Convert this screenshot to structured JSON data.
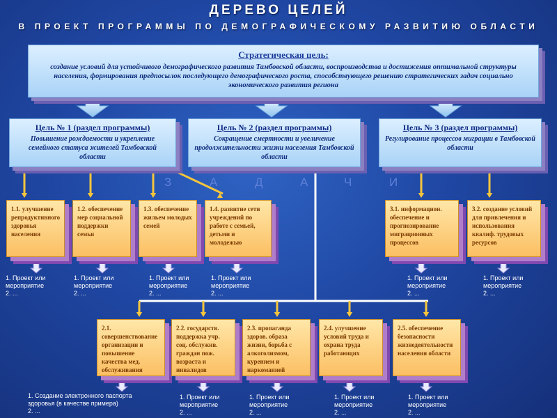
{
  "header": {
    "title": "ДЕРЕВО ЦЕЛЕЙ",
    "subtitle": "В ПРОЕКТ ПРОГРАММЫ ПО ДЕМОГРАФИЧЕСКОМУ РАЗВИТИЮ ОБЛАСТИ"
  },
  "strategic": {
    "heading": "Стратегическая цель:",
    "text": "создание условий для устойчивого демографического развития Тамбовской области, воспроизводства и достижения оптимальной структуры населения, формирования предпосылок последующего демографического роста, способствующего решению стратегических задач социально экономического развития региона"
  },
  "goals": [
    {
      "heading": "Цель № 1 (раздел программы)",
      "text": "Повышение рождаемости и укрепление семейного статуса жителей Тамбовской области"
    },
    {
      "heading": "Цель № 2 (раздел программы)",
      "text": "Сокращение смертности и увеличение продолжительности жизни населения Тамбовской области"
    },
    {
      "heading": "Цель № 3 (раздел программы)",
      "text": "Регулирование процессов миграции в Тамбовской области"
    }
  ],
  "tasks_label": [
    "З",
    "А",
    "Д",
    "А",
    "Ч",
    "И"
  ],
  "tasks_row1": [
    {
      "text": "1.1. улучшение репродуктивного здоровья населения"
    },
    {
      "text": "1.2. обеспечение мер социальной поддержки семьи"
    },
    {
      "text": "1.3. обеспечение жильем молодых семей"
    },
    {
      "text": "1.4. развитие сети учреждений по работе с семьей, детьми и молодежью"
    },
    {
      "text": "3.1. информацион. обеспечение и прогнозирование миграционных процессов"
    },
    {
      "text": "3.2. создание условий для привлечения и использования квалиф. трудовых ресурсов"
    }
  ],
  "tasks_row2": [
    {
      "text": "2.1. совершенствование организации и повышение качества мед. обслуживания"
    },
    {
      "text": "2.2. государств. поддержка учр. соц. обслужив. граждан пож. возраста и инвалидов"
    },
    {
      "text": "2.3. пропаганда здоров. образа жизни, борьба с алкоголизмом, курением и наркоманией"
    },
    {
      "text": "2.4. улучшение условий труда и охрана труда работающих"
    },
    {
      "text": "2.5. обеспечение безопасности жизнедеятельности населения области"
    }
  ],
  "notes": {
    "project": "1. Проект или мероприятие",
    "etc": "2. ...",
    "passport": "1. Создание электронного паспорта здоровья (в качестве примера)"
  },
  "colors": {
    "arrow": "#f5c53c",
    "connector": "#ffffff"
  }
}
